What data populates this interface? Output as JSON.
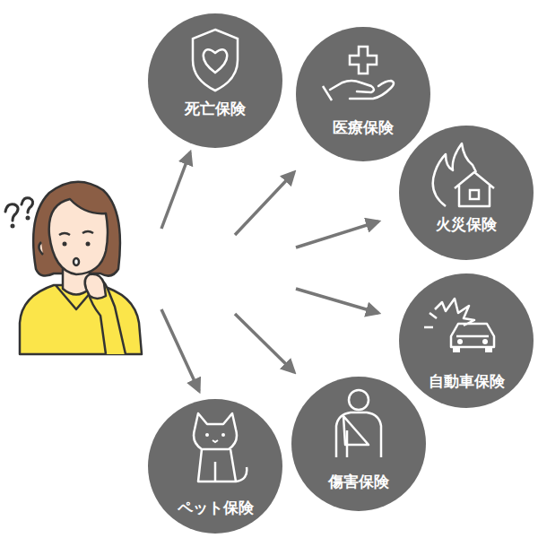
{
  "diagram": {
    "nodes": [
      {
        "text": [
          "死亡保険"
        ]
      },
      {
        "text": [
          "医療保険"
        ]
      },
      {
        "text": [
          "火災保険"
        ]
      },
      {
        "text": [
          "自動車保険"
        ]
      },
      {
        "text": [
          "傷害保険"
        ]
      },
      {
        "text": [
          "ペット保険"
        ]
      }
    ]
  }
}
